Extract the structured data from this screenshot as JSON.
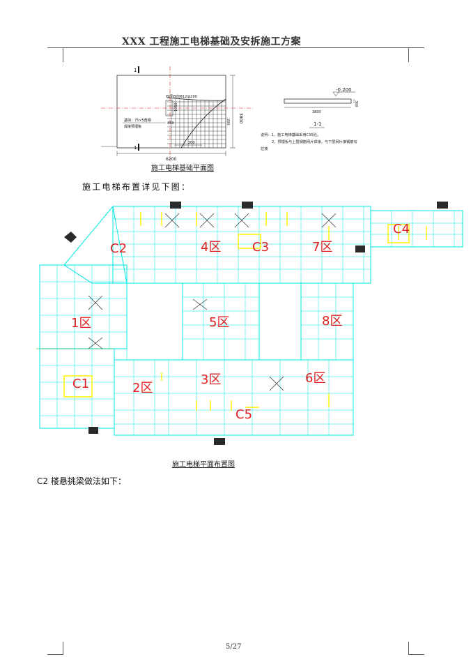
{
  "header": {
    "title": "XXX 工程施工电梯基础及安拆施工方案"
  },
  "foundation_plan": {
    "dim_top_left": "1",
    "dim_bottom_left": "1",
    "dim_width": "6200",
    "dim_height": "3800",
    "dim_1050": "1050",
    "dim_450": "450",
    "dim_200_v": "200",
    "dim_200_h": "200",
    "rebar_note": "双层双向Φ12@200",
    "embed_note_line1": "基础：75×5角钢",
    "embed_note_line2": "焊接预埋板",
    "caption": "施工电梯基础平面图"
  },
  "section_detail": {
    "elevation": "-0.200",
    "width": "3800",
    "thickness": "300",
    "label": "1-1"
  },
  "notes": {
    "line1": "说明：1、施工电梯基础采用C35砼。",
    "line2": "2、预埋板与上层钢筋网片焊接，与下层网片接钢筋勾",
    "line3": "拉接"
  },
  "intro_text": "施工电梯布置详见下图：",
  "layout_plan": {
    "zones": [
      "1区",
      "2区",
      "3区",
      "4区",
      "5区",
      "6区",
      "7区",
      "8区"
    ],
    "elevators": [
      "C1",
      "C2",
      "C3",
      "C4",
      "C5"
    ],
    "caption": "施工电梯平面布置图"
  },
  "c2_text": "C2 楼悬挑梁做法如下：",
  "footer": {
    "page_number": "5/27"
  },
  "colors": {
    "cyan": "#00e5e5",
    "yellow": "#ffee00",
    "red": "#e02020",
    "green": "#22aa22"
  }
}
